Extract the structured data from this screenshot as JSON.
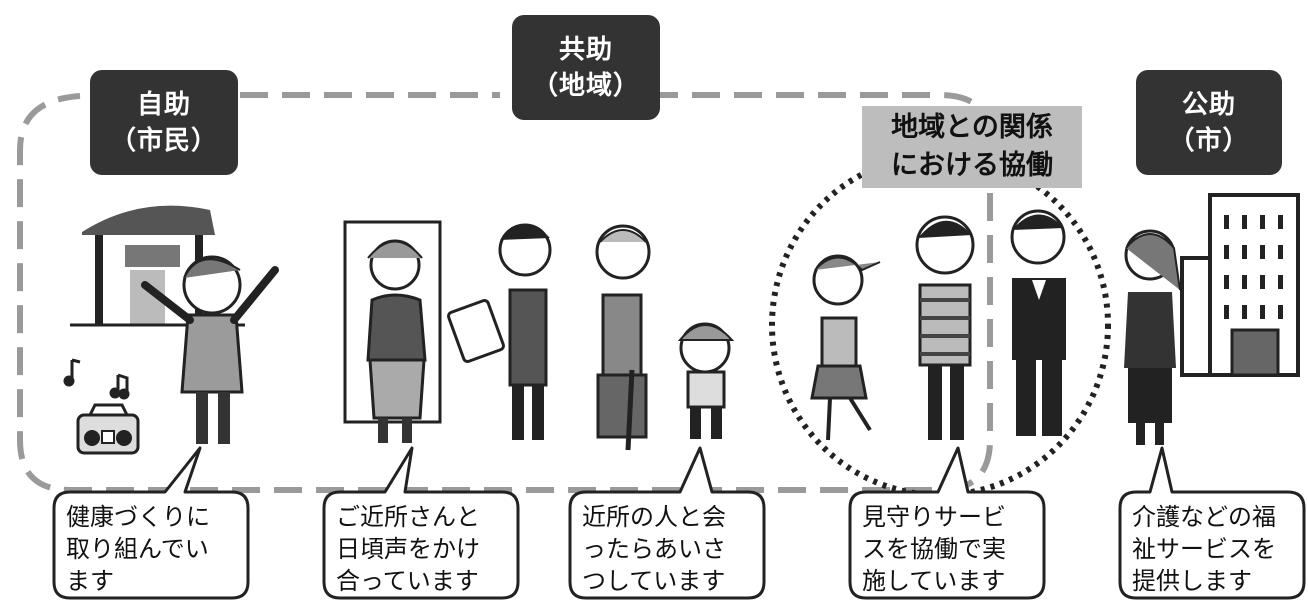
{
  "labels": {
    "self_help": {
      "line1": "自助",
      "line2": "（市民）"
    },
    "mutual_help": {
      "line1": "共助",
      "line2": "（地域）"
    },
    "public_help": {
      "line1": "公助",
      "line2": "（市）"
    }
  },
  "collaboration": {
    "line1": "地域との関係",
    "line2": "における協働"
  },
  "bubbles": [
    {
      "lines": [
        "健康づくりに",
        "取り組んでい",
        "ます"
      ]
    },
    {
      "lines": [
        "ご近所さんと",
        "日頃声をかけ",
        "合っています"
      ]
    },
    {
      "lines": [
        "近所の人と会",
        "ったらあいさ",
        "つしています"
      ]
    },
    {
      "lines": [
        "見守りサービ",
        "スを協働で実",
        "施しています"
      ]
    },
    {
      "lines": [
        "介護などの福",
        "祉サービスを",
        "提供します"
      ]
    }
  ],
  "colors": {
    "label_bg": "#333333",
    "collab_bg": "#bdbdbd",
    "dash": "#9a9a9a"
  }
}
